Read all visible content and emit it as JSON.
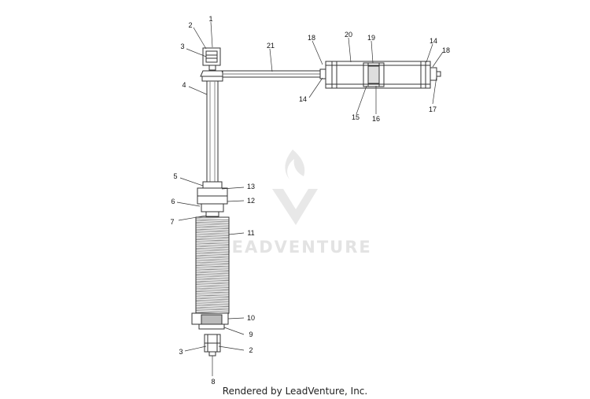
{
  "diagram": {
    "callouts": {
      "c1": "1",
      "c2": "2",
      "c3": "3",
      "c4": "4",
      "c21": "21",
      "c18a": "18",
      "c20": "20",
      "c19": "19",
      "c14a": "14",
      "c18b": "18",
      "c14b": "14",
      "c15": "15",
      "c16": "16",
      "c17": "17",
      "c5": "5",
      "c13": "13",
      "c6": "6",
      "c12": "12",
      "c7": "7",
      "c11": "11",
      "c10": "10",
      "c9": "9",
      "c3b": "3",
      "c2b": "2",
      "c8": "8"
    }
  },
  "watermark": {
    "brand": "LEADVENTURE"
  },
  "footer": {
    "credit": "Rendered by LeadVenture, Inc."
  },
  "colors": {
    "line": "#333333",
    "spring": "#555555",
    "watermark": "#e3e3e3"
  }
}
